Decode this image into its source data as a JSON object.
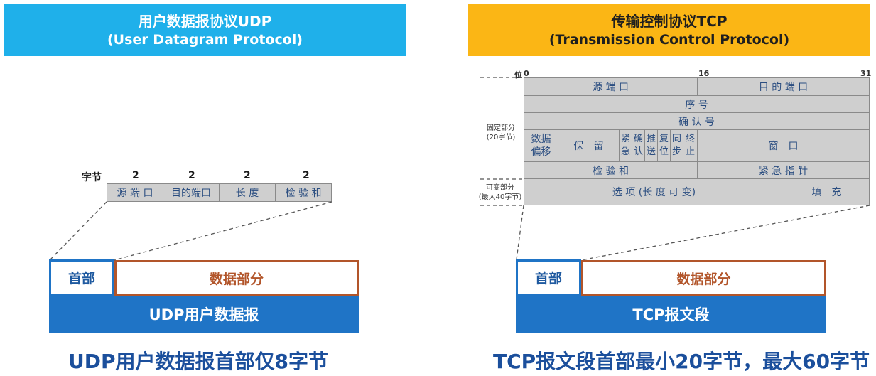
{
  "udp": {
    "title": "用户数据报协议UDP",
    "subtitle": "(User Datagram Protocol)",
    "byte_label": "字节",
    "byte_sizes": [
      "2",
      "2",
      "2",
      "2"
    ],
    "fields": [
      "源 端 口",
      "目的端口",
      "长 度",
      "检 验 和"
    ],
    "header_box": "首部",
    "data_box": "数据部分",
    "packet_label": "UDP用户数据报",
    "caption": "UDP用户数据报首部仅8字节"
  },
  "tcp": {
    "title": "传输控制协议TCP",
    "subtitle": "(Transmission Control Protocol)",
    "bit_label": "位",
    "bit_0": "0",
    "bit_16": "16",
    "bit_31": "31",
    "fixed_label_1": "固定部分",
    "fixed_label_2": "(20字节)",
    "variable_label_1": "可变部分",
    "variable_label_2": "(最大40字节)",
    "fields": {
      "src_port": "源 端 口",
      "dst_port": "目 的 端 口",
      "seq": "序 号",
      "ack": "确 认 号",
      "offset_1": "数据",
      "offset_2": "偏移",
      "reserved": "保　留",
      "flags": [
        [
          "紧",
          "急"
        ],
        [
          "确",
          "认"
        ],
        [
          "推",
          "送"
        ],
        [
          "复",
          "位"
        ],
        [
          "同",
          "步"
        ],
        [
          "终",
          "止"
        ]
      ],
      "window": "窗　口",
      "checksum": "检 验 和",
      "urgent": "紧 急 指 针",
      "options": "选 项 (长 度 可 变)",
      "padding": "填　充"
    },
    "header_box": "首部",
    "data_box": "数据部分",
    "packet_label": "TCP报文段",
    "caption": "TCP报文段首部最小20字节，最大60字节"
  },
  "colors": {
    "udp_banner": "#1fb0ea",
    "tcp_banner": "#fbb615",
    "packet_blue": "#1f74c6",
    "data_border": "#b2552a",
    "caption_blue": "#1b4f9c"
  }
}
